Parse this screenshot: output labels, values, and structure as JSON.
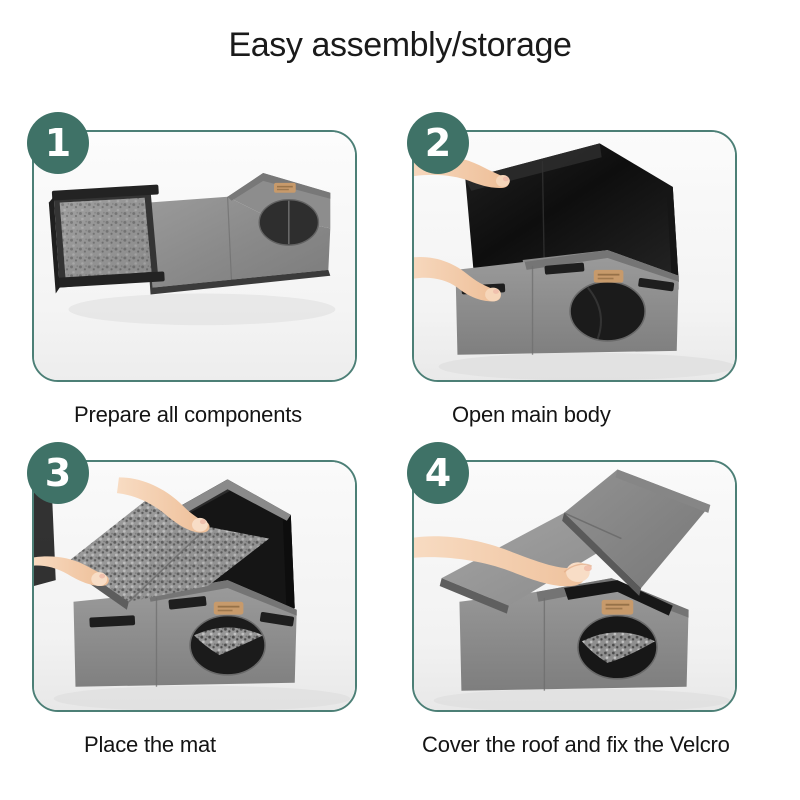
{
  "page": {
    "title": "Easy assembly/storage",
    "background_color": "#ffffff",
    "accent_color": "#3f7267",
    "border_color": "#4c7f76",
    "text_color": "#141414"
  },
  "steps": [
    {
      "number": "1",
      "caption": "Prepare all components",
      "scene": "flat-folded pet house with tray and mat laid out",
      "colors": {
        "felt": "#8e8e8e",
        "dark": "#2a2a2a",
        "tag": "#c79a6b"
      }
    },
    {
      "number": "2",
      "caption": "Open main body",
      "scene": "hands opening the gray felt main body with black lining",
      "colors": {
        "felt": "#8e8e8e",
        "dark": "#151515",
        "skin": "#f2c9a8",
        "tag": "#c79a6b"
      }
    },
    {
      "number": "3",
      "caption": "Place the mat",
      "scene": "hands lowering the speckled mat into the open body",
      "colors": {
        "felt": "#8e8e8e",
        "dark": "#1a1a1a",
        "skin": "#f2c9a8",
        "mat": "#9a9a9a"
      }
    },
    {
      "number": "4",
      "caption": "Cover the roof and fix the Velcro",
      "scene": "hand placing the roof panel on top of the assembled house",
      "colors": {
        "felt": "#8e8e8e",
        "dark": "#1d1d1d",
        "skin": "#f2c9a8",
        "tag": "#c79a6b"
      }
    }
  ]
}
